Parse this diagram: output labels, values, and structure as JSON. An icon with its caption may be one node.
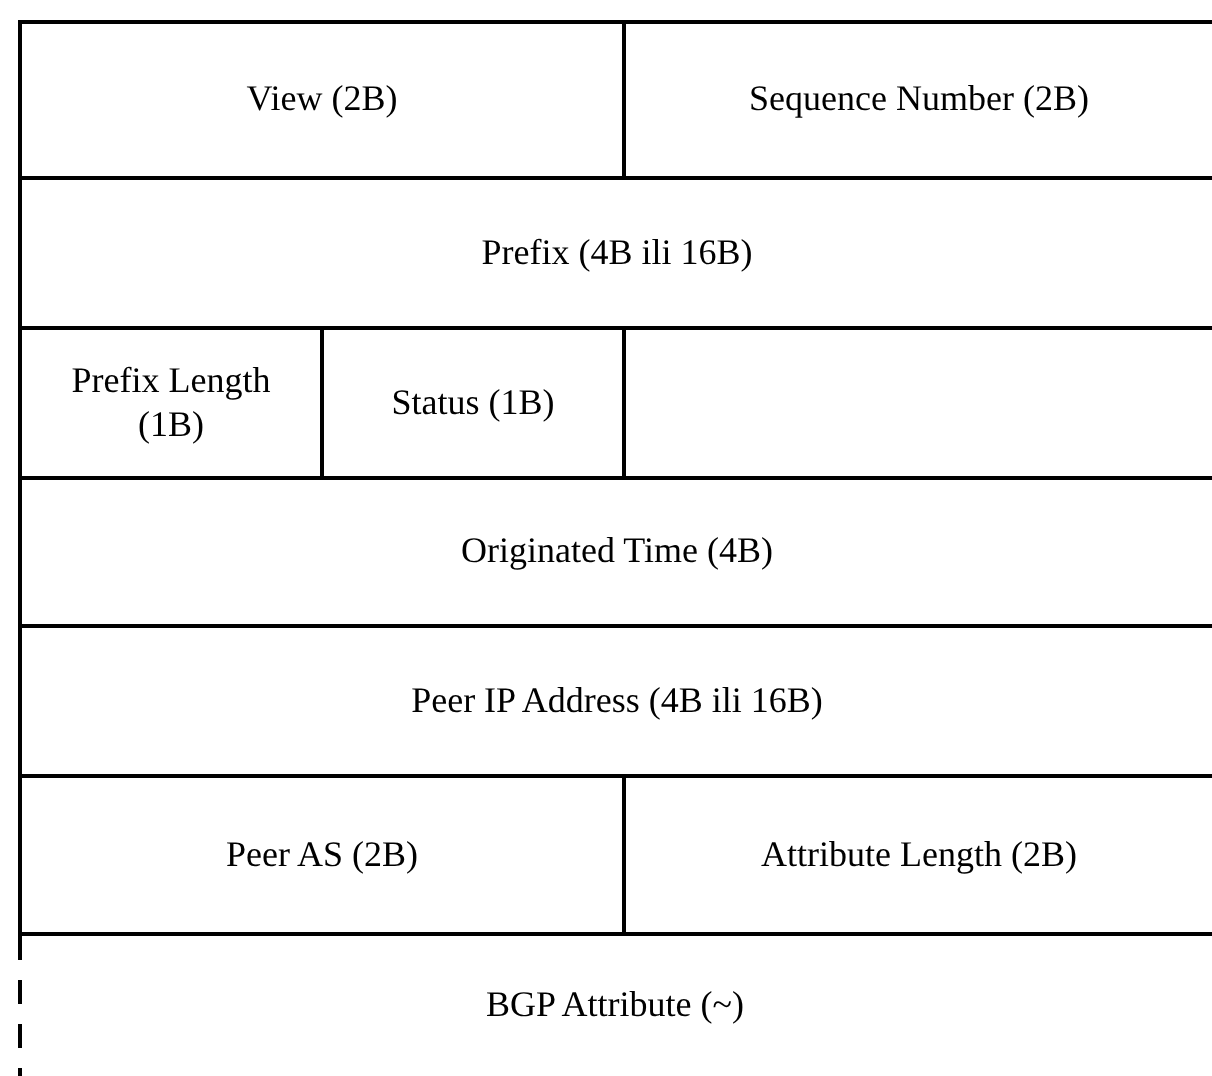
{
  "diagram": {
    "nodes": [
      {
        "text": [
          "View (2B)"
        ]
      },
      {
        "text": [
          "Sequence Number (2B)"
        ]
      },
      {
        "text": [
          "Prefix (4B ili 16B)"
        ]
      },
      {
        "text": [
          "Prefix Length (1B)"
        ]
      },
      {
        "text": [
          "Status (1B)"
        ]
      },
      {
        "text": [],
        "shape": "box"
      },
      {
        "text": [
          "Originated Time (4B)"
        ]
      },
      {
        "text": [
          "Peer IP Address (4B ili 16B)"
        ]
      },
      {
        "text": [
          "Peer AS (2B)"
        ]
      },
      {
        "text": [
          "Attribute Length (2B)"
        ]
      },
      {
        "text": [
          "BGP Attribute (~)"
        ]
      }
    ]
  }
}
